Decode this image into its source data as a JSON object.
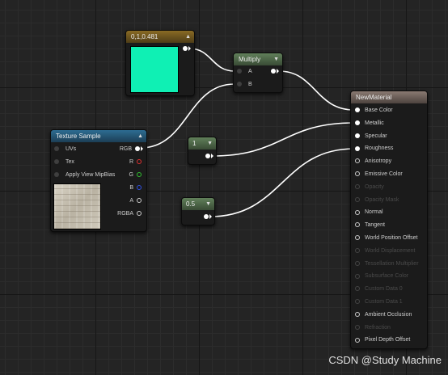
{
  "colors": {
    "swatch": "#0ff0b4",
    "wire": "#ffffff",
    "header_constant3": "#7a6124",
    "header_multiply": "#4f6b49",
    "header_texture": "#276790",
    "header_constant": "#4f6b49",
    "header_material": "#6e625c"
  },
  "constant3": {
    "title": "0,1,0.481"
  },
  "multiply": {
    "title": "Multiply",
    "inputs": [
      "A",
      "B"
    ]
  },
  "texture": {
    "title": "Texture Sample",
    "inputs": [
      "UVs",
      "Tex",
      "Apply View MipBias"
    ],
    "outputs": [
      "RGB",
      "R",
      "G",
      "B",
      "A",
      "RGBA"
    ]
  },
  "const1": {
    "title": "1"
  },
  "const2": {
    "title": "0.5"
  },
  "material": {
    "title": "NewMaterial",
    "pins": [
      {
        "label": "Base Color",
        "enabled": true
      },
      {
        "label": "Metallic",
        "enabled": true
      },
      {
        "label": "Specular",
        "enabled": true
      },
      {
        "label": "Roughness",
        "enabled": true
      },
      {
        "label": "Anisotropy",
        "enabled": true
      },
      {
        "label": "Emissive Color",
        "enabled": true
      },
      {
        "label": "Opacity",
        "enabled": false
      },
      {
        "label": "Opacity Mask",
        "enabled": false
      },
      {
        "label": "Normal",
        "enabled": true
      },
      {
        "label": "Tangent",
        "enabled": true
      },
      {
        "label": "World Position Offset",
        "enabled": true
      },
      {
        "label": "World Displacement",
        "enabled": false
      },
      {
        "label": "Tessellation Multiplier",
        "enabled": false
      },
      {
        "label": "Subsurface Color",
        "enabled": false
      },
      {
        "label": "Custom Data 0",
        "enabled": false
      },
      {
        "label": "Custom Data 1",
        "enabled": false
      },
      {
        "label": "Ambient Occlusion",
        "enabled": true
      },
      {
        "label": "Refraction",
        "enabled": false
      },
      {
        "label": "Pixel Depth Offset",
        "enabled": true
      }
    ]
  },
  "watermark": "CSDN @Study Machine"
}
